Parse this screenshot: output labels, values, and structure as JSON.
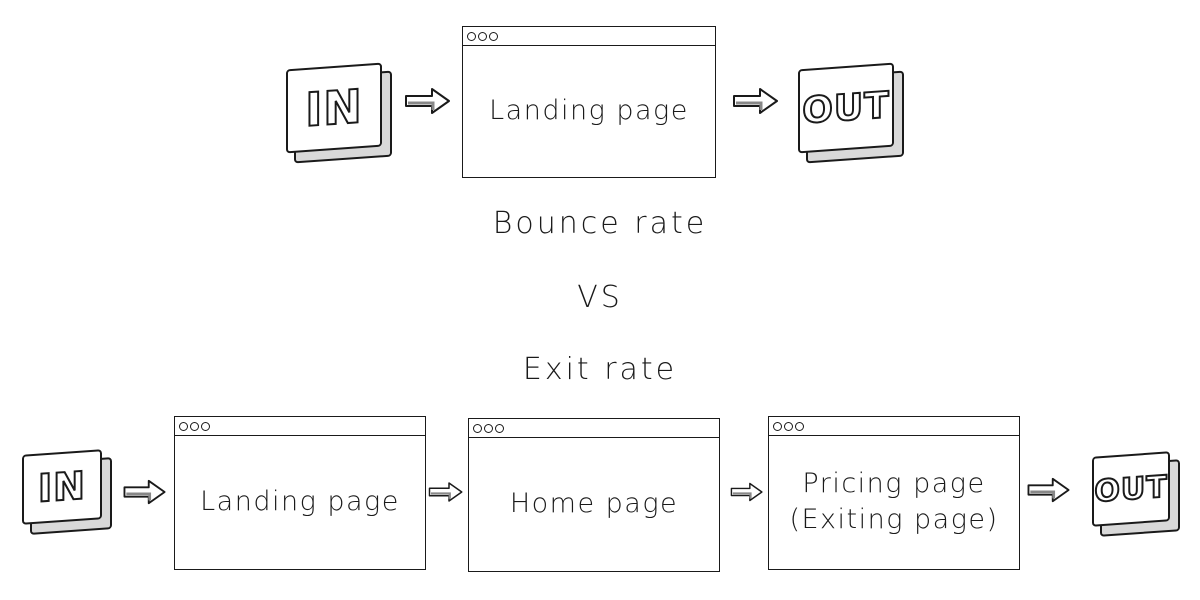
{
  "top_flow": {
    "in_label": "IN",
    "page_label": "Landing page",
    "out_label": "OUT"
  },
  "captions": {
    "bounce": "Bounce rate",
    "vs": "VS",
    "exit": "Exit rate"
  },
  "bottom_flow": {
    "in_label": "IN",
    "landing_label": "Landing page",
    "home_label": "Home page",
    "pricing_label": "Pricing page",
    "pricing_sublabel": "(Exiting page)",
    "out_label": "OUT"
  }
}
